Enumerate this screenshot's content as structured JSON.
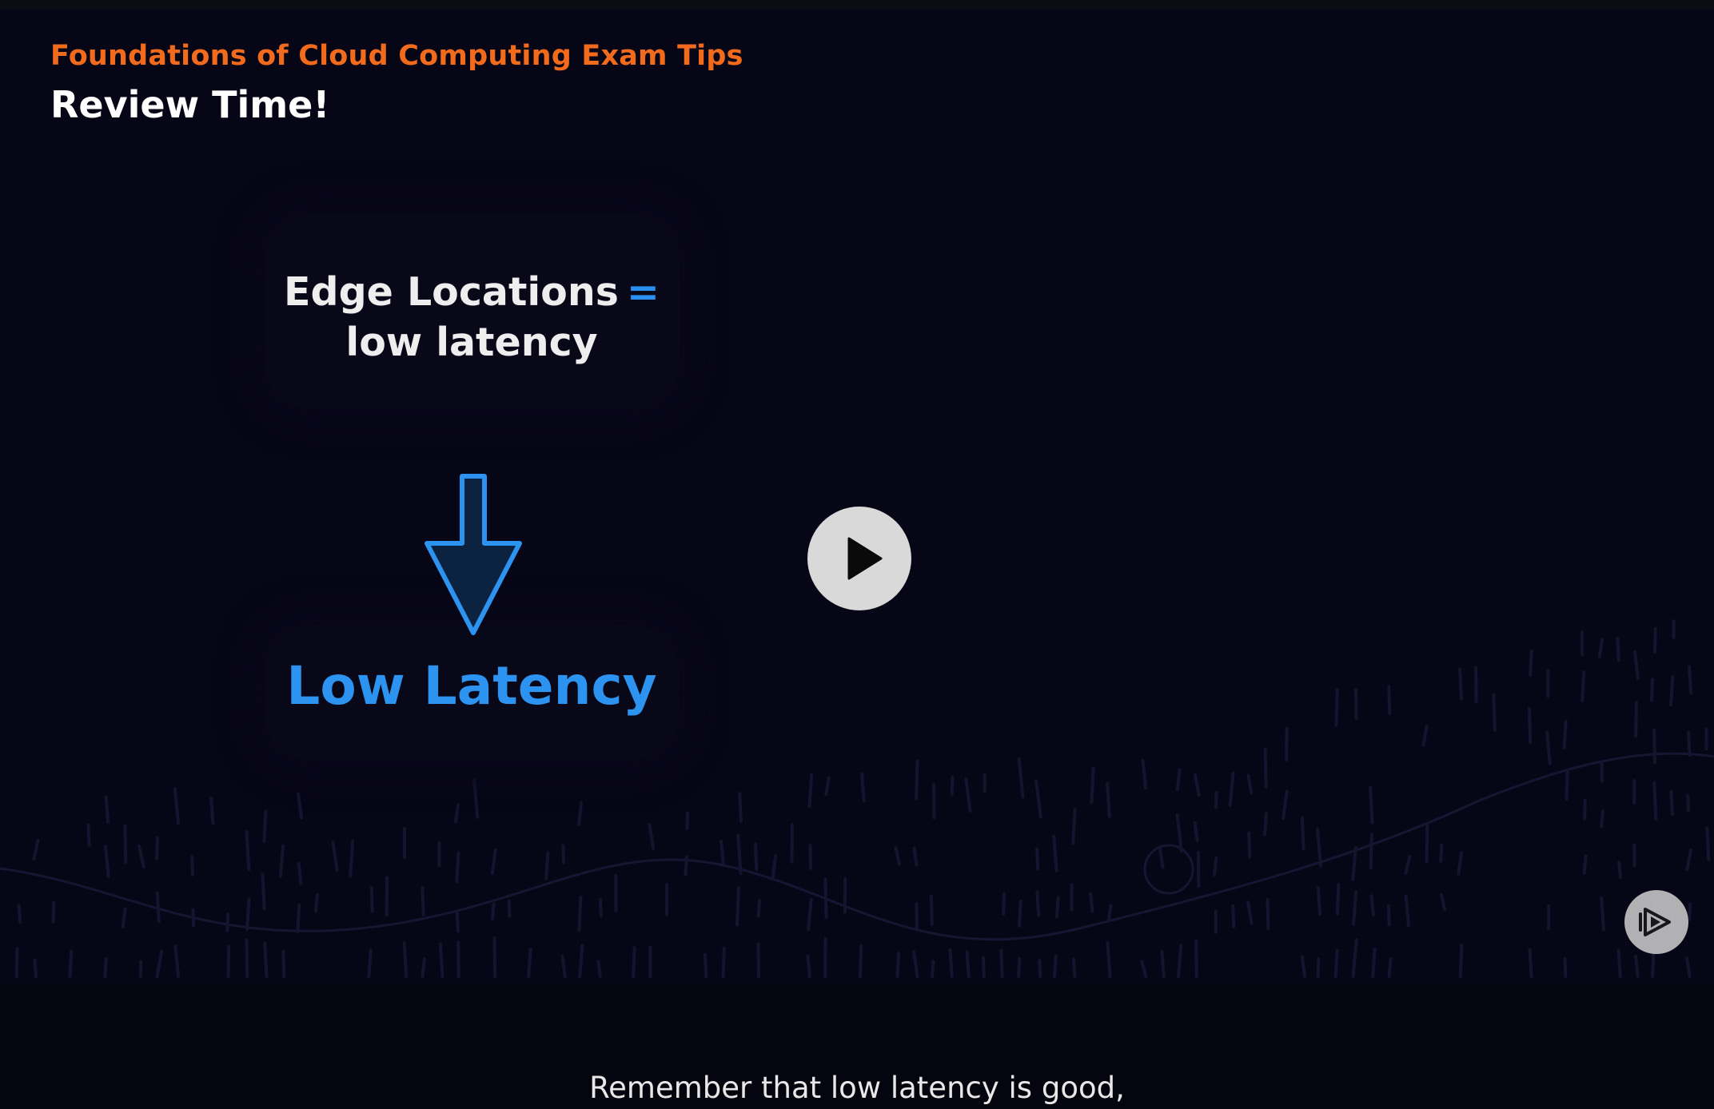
{
  "video": {
    "course_title": "Foundations of Cloud Computing Exam Tips",
    "section_title": "Review Time!",
    "slide": {
      "term": "Edge Locations",
      "equals_sign": "=",
      "definition": "low latency",
      "highlight": "Low Latency"
    },
    "controls": {
      "play_icon": "play-icon",
      "brand_icon": "pluralsight-icon"
    }
  },
  "captions": {
    "current_line": "Remember that low latency is good,"
  },
  "colors": {
    "accent_orange": "#f26b1d",
    "accent_blue": "#2d93f0",
    "background": "#070617"
  }
}
